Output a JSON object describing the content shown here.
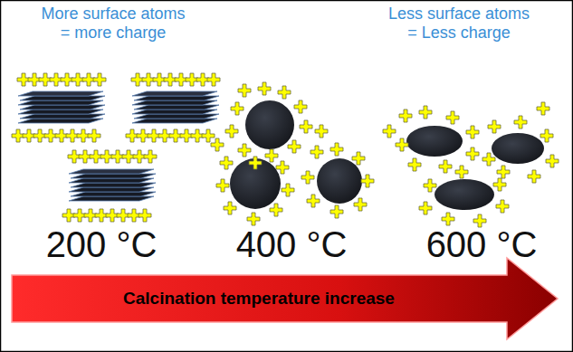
{
  "diagram": {
    "nodes": [
      {
        "text": [
          "Calcination temperature increase"
        ]
      }
    ],
    "labels": [
      "More surface atoms = more charge",
      "Less surface atoms = Less charge",
      "200 °C",
      "400 °C",
      "600 °C"
    ]
  }
}
